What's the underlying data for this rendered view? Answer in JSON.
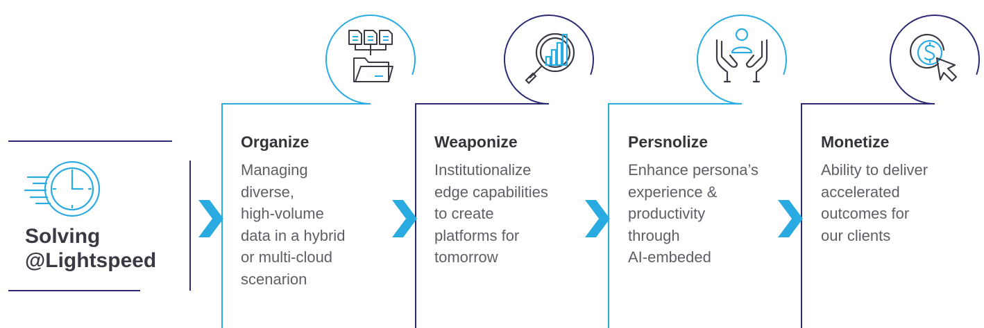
{
  "title_line1": "Solving",
  "title_line2": "@Lightspeed",
  "colors": {
    "navy": "#2b2a72",
    "sky": "#29abe2",
    "text": "#3a3a44"
  },
  "stages": [
    {
      "icon": "documents-to-folder-icon",
      "color": "sky",
      "title": "Organize",
      "desc": [
        "Managing",
        "diverse,",
        "high-volume",
        "data in a hybrid",
        "or multi-cloud",
        "scenarion"
      ]
    },
    {
      "icon": "magnifier-chart-icon",
      "color": "navy",
      "title": "Weaponize",
      "desc": [
        "Institutionalize",
        "edge capabilities",
        "to create",
        "platforms for",
        "tomorrow"
      ]
    },
    {
      "icon": "hands-person-icon",
      "color": "sky",
      "title": "Persnolize",
      "desc": [
        "Enhance persona’s",
        "experience &",
        "productivity",
        "through",
        "AI-embeded"
      ]
    },
    {
      "icon": "dollar-cursor-icon",
      "color": "navy",
      "title": "Monetize",
      "desc": [
        "Ability to deliver",
        "accelerated",
        "outcomes for",
        "our clients"
      ]
    }
  ]
}
